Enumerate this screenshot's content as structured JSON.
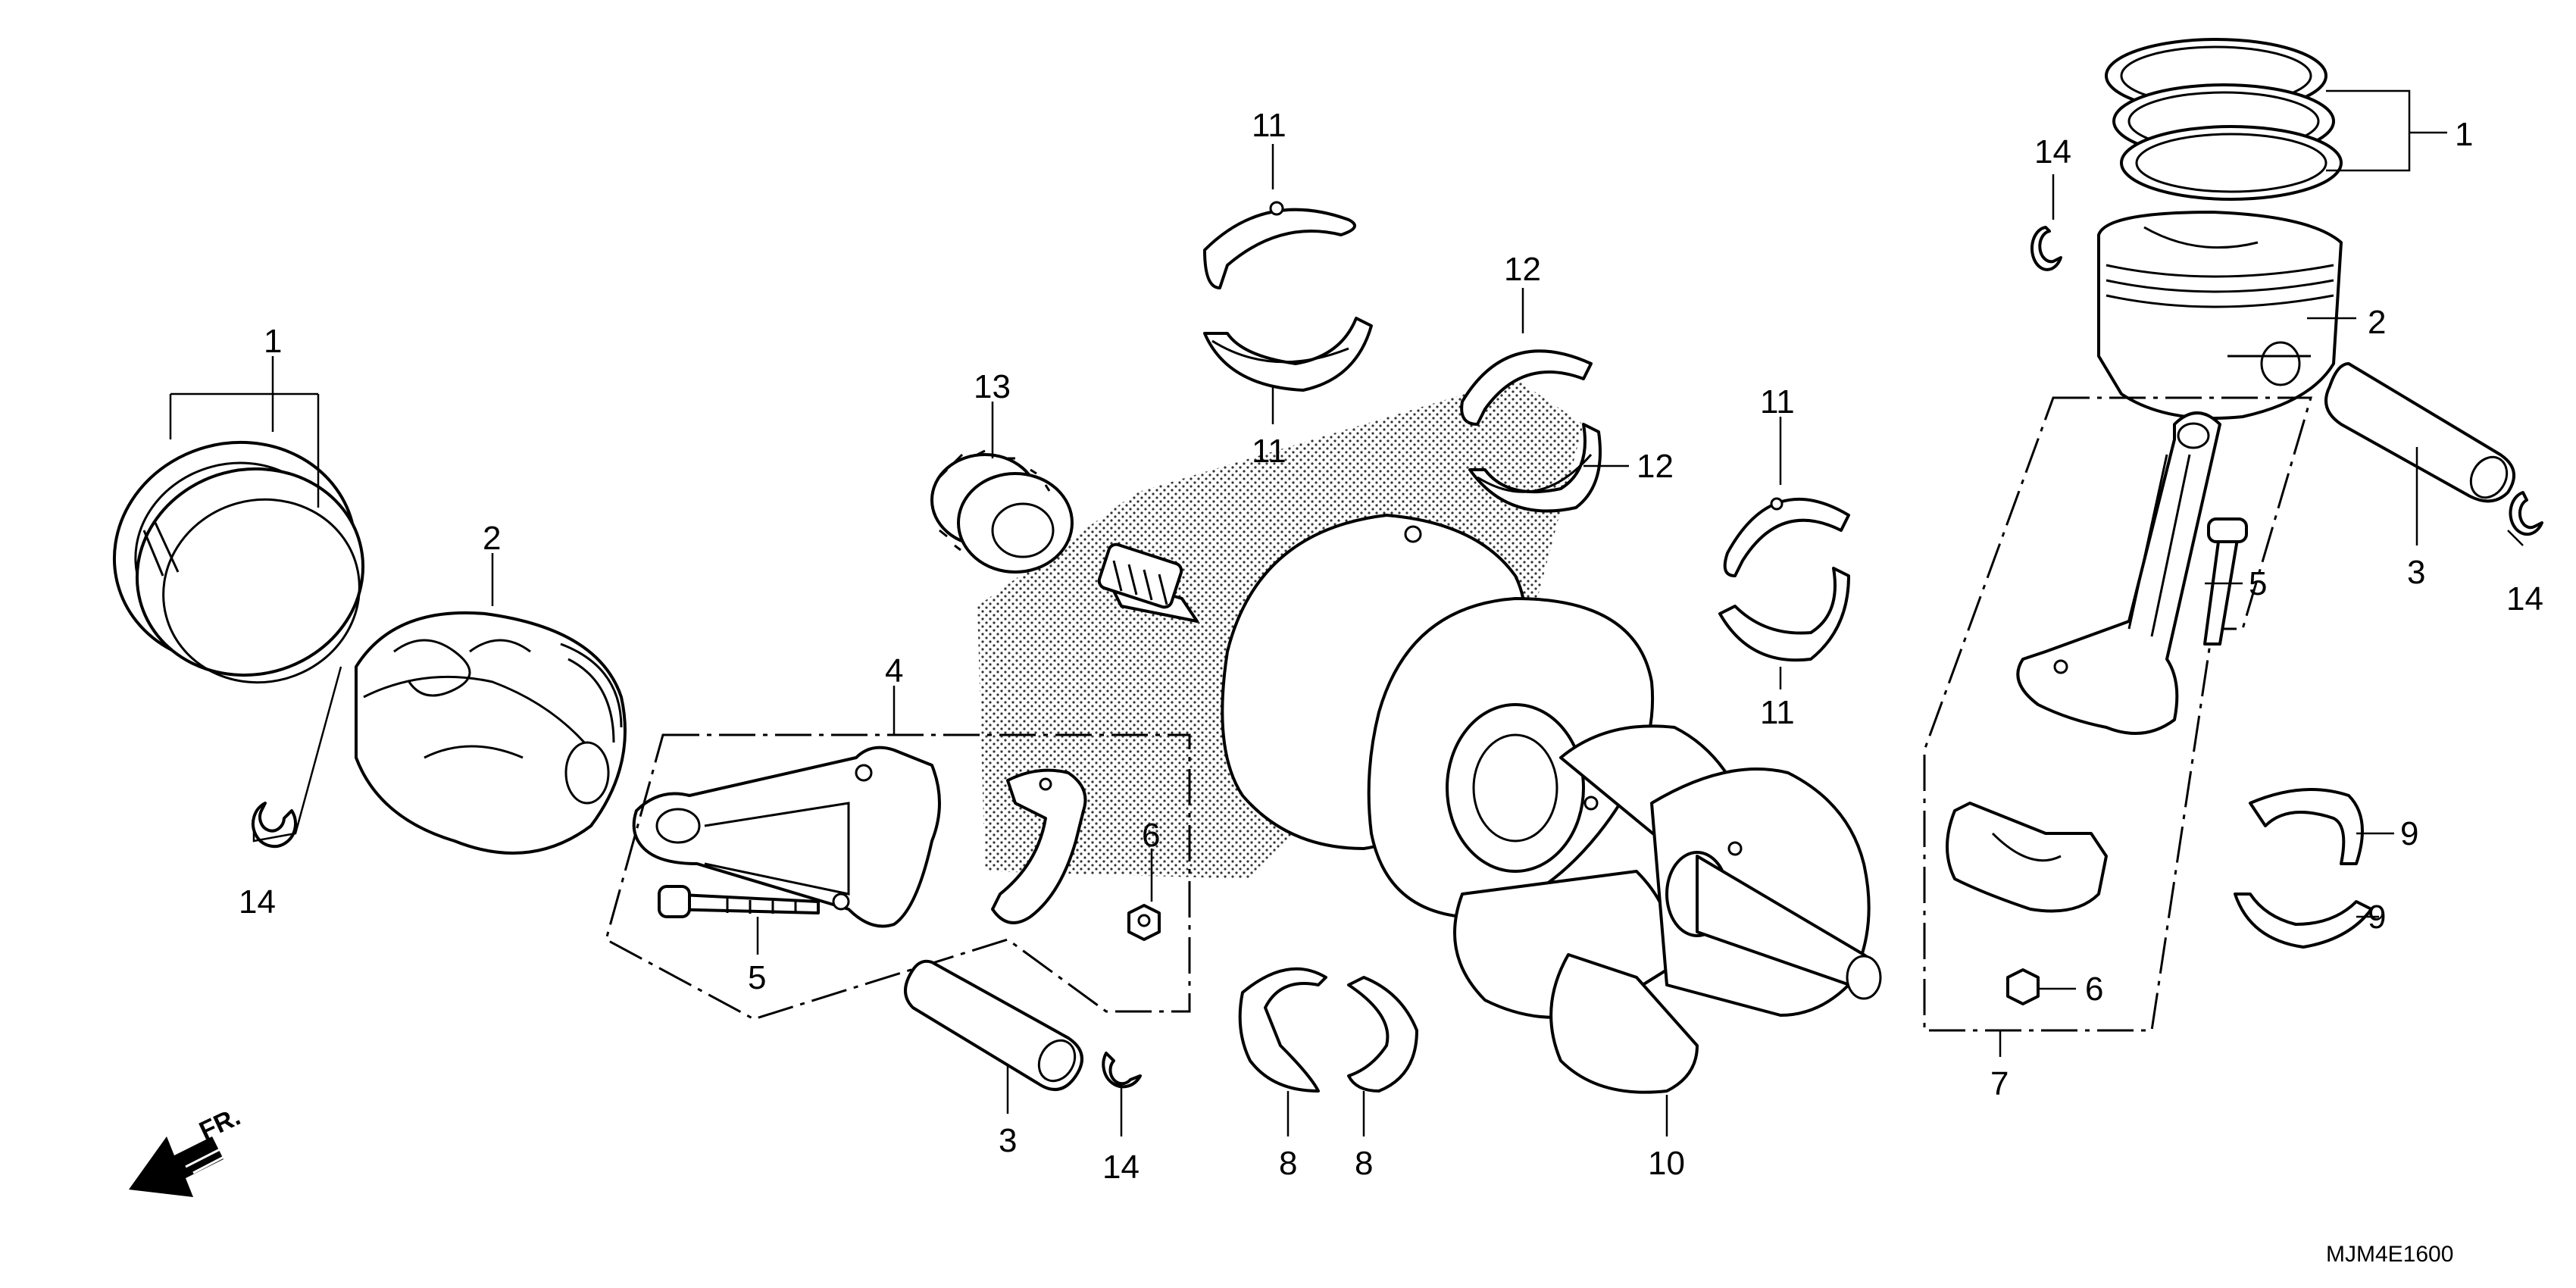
{
  "diagram": {
    "code": "MJM4E1600",
    "front_marker": "FR.",
    "labels": {
      "l1_left": "1",
      "l1_right": "1",
      "l2_left": "2",
      "l2_right": "2",
      "l3_left": "3",
      "l3_right": "3",
      "l4": "4",
      "l5_left": "5",
      "l5_right": "5",
      "l6_left": "6",
      "l6_right": "6",
      "l7": "7",
      "l8_a": "8",
      "l8_b": "8",
      "l9_a": "9",
      "l9_b": "9",
      "l10": "10",
      "l11_a": "11",
      "l11_b": "11",
      "l11_c": "11",
      "l11_d": "11",
      "l12_a": "12",
      "l12_b": "12",
      "l13": "13",
      "l14_a": "14",
      "l14_b": "14",
      "l14_c": "14",
      "l14_d": "14"
    }
  }
}
